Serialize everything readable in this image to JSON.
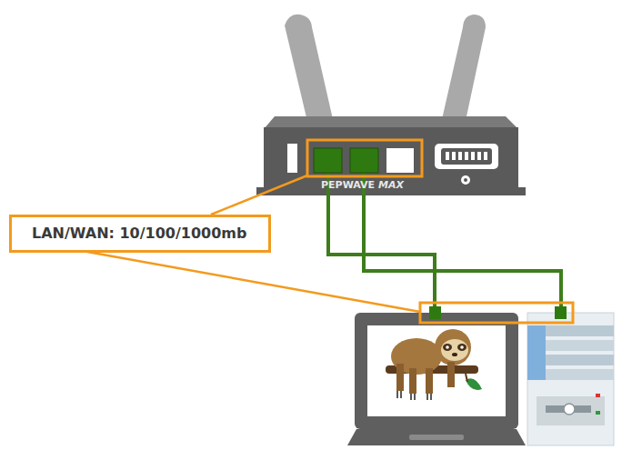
{
  "diagram": {
    "nodes": [
      {
        "text": [
          "LAN/WAN: 10/100/1000mb"
        ]
      }
    ],
    "labels": [
      "PEPWAVE",
      "MAX"
    ]
  }
}
